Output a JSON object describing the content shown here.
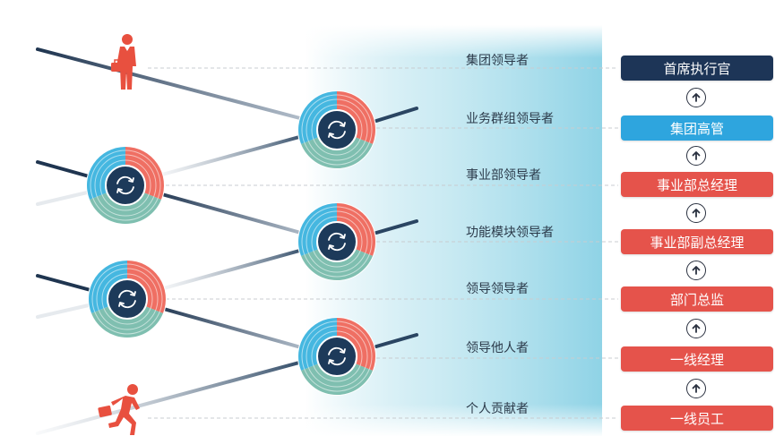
{
  "levels": [
    "集团领导者",
    "业务群组领导者",
    "事业部领导者",
    "功能模块领导者",
    "领导领导者",
    "领导他人者",
    "个人贡献者"
  ],
  "roles": [
    {
      "label": "首席执行官",
      "color": "#1d3557"
    },
    {
      "label": "集团高管",
      "color": "#2ea5de"
    },
    {
      "label": "事业部总经理",
      "color": "#e5534b"
    },
    {
      "label": "事业部副总经理",
      "color": "#e5534b"
    },
    {
      "label": "部门总监",
      "color": "#e5534b"
    },
    {
      "label": "一线经理",
      "color": "#e5534b"
    },
    {
      "label": "一线员工",
      "color": "#e5534b"
    }
  ],
  "colors": {
    "band": "#a8dcea",
    "ring_blue": "#45b7e0",
    "ring_red": "#ef6f63",
    "ring_green": "#7fbfb0",
    "hub": "#1d3a5a",
    "figure": "#e8503f",
    "line_dark": "#243b57",
    "dash": "#c8ccd0"
  },
  "icons": {
    "turn_icon": "refresh-icon",
    "up_arrow": "arrow-up-icon",
    "leader_figure": "businessman-icon",
    "worker_figure": "running-man-icon"
  }
}
